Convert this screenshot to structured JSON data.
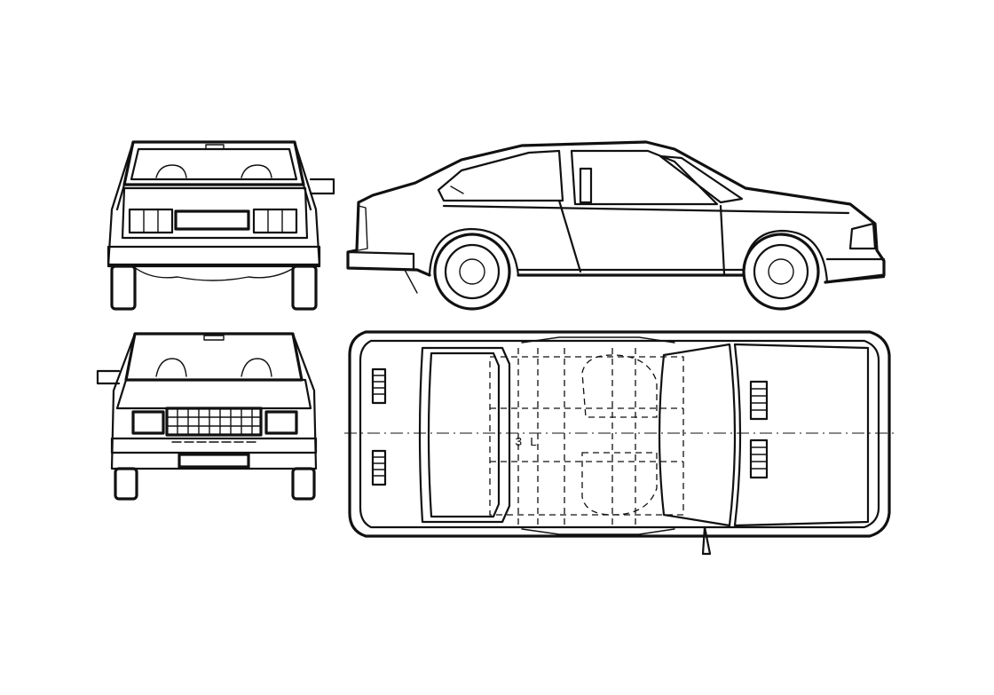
{
  "colors": {
    "line": "#111111",
    "background": "#ffffff"
  },
  "views": [
    {
      "id": "rear-view"
    },
    {
      "id": "front-view"
    },
    {
      "id": "side-view"
    },
    {
      "id": "top-view"
    }
  ],
  "markings": {
    "floor_label": "3 L"
  }
}
